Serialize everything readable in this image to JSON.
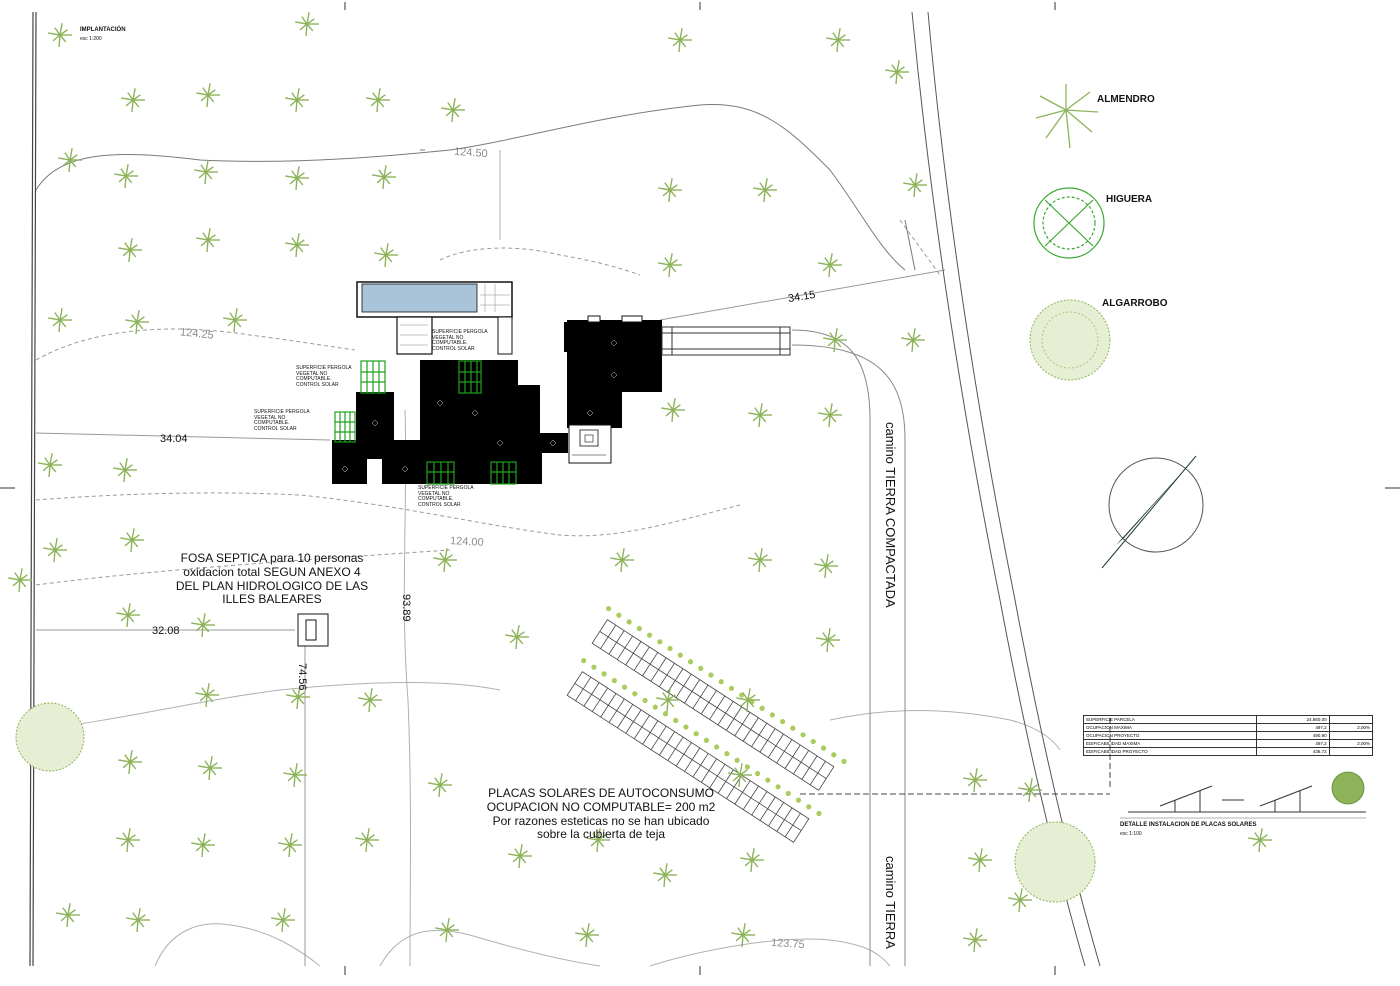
{
  "title": {
    "main": "IMPLANTACIÓN",
    "scale": "esc 1:200"
  },
  "legend": [
    {
      "label": "ALMENDRO",
      "icon": "almond-tree-icon"
    },
    {
      "label": "HIGUERA",
      "icon": "fig-tree-icon"
    },
    {
      "label": "ALGARROBO",
      "icon": "carob-tree-icon"
    }
  ],
  "contours": {
    "c1": "124.50",
    "c2": "124.25",
    "c3": "124.00",
    "c4": "123.75"
  },
  "dimensions": {
    "d1": "34.15",
    "d2": "34.04",
    "d3": "32.08",
    "d4": "93.89",
    "d5": "74.56"
  },
  "pergola": {
    "top": [
      "SUPERFICIE PERGOLA",
      "VEGETAL NO",
      "COMPUTABLE.",
      "CONTROL SOLAR"
    ],
    "left1": [
      "SUPERFICIE PERGOLA",
      "VEGETAL NO",
      "COMPUTABLE.",
      "CONTROL SOLAR"
    ],
    "left2": [
      "SUPERFICIE PERGOLA",
      "VEGETAL NO",
      "COMPUTABLE.",
      "CONTROL SOLAR"
    ],
    "bottom": [
      "SUPERFICIE PERGOLA",
      "VEGETAL NO",
      "COMPUTABLE.",
      "CONTROL SOLAR"
    ]
  },
  "septic": [
    "FOSA SEPTICA  para 10 personas",
    "oxidacion total SEGUN ANEXO 4",
    "DEL PLAN HIDROLOGICO DE LAS",
    "ILLES BALEARES"
  ],
  "solar": [
    "PLACAS SOLARES  DE AUTOCONSUMO",
    "OCUPACION NO COMPUTABLE= 200 m2",
    "Por razones esteticas no se han ubicado",
    "sobre la cubierta de teja"
  ],
  "road": {
    "label1": "camino  TIERRA COMPACTADA",
    "label2": "camino  TIERRA"
  },
  "table": {
    "rows": [
      {
        "label": "SUPERFICIE PARCELA",
        "value": "24.860,00",
        "pct": ""
      },
      {
        "label": "OCUPACION MAXIMA",
        "value": "497,2",
        "pct": "2,00%"
      },
      {
        "label": "OCUPACION PROYECTO",
        "value": "490,90",
        "pct": ""
      },
      {
        "label": "EDIFICABILIDAD MAXIMA",
        "value": "497,2",
        "pct": "2,00%"
      },
      {
        "label": "EDIFICABILIDAD PROYECTO",
        "value": "436,72",
        "pct": ""
      }
    ]
  },
  "detail": {
    "title": "DETALLE  INSTALACION DE PLACAS SOLARES",
    "scale": "esc 1:100"
  },
  "colors": {
    "tree": "#8db35a",
    "fig": "#3aa832",
    "pergola": "#1fa01f",
    "pool": "#a9c3d8",
    "building": "#000000",
    "compass": "#1e3d33"
  }
}
